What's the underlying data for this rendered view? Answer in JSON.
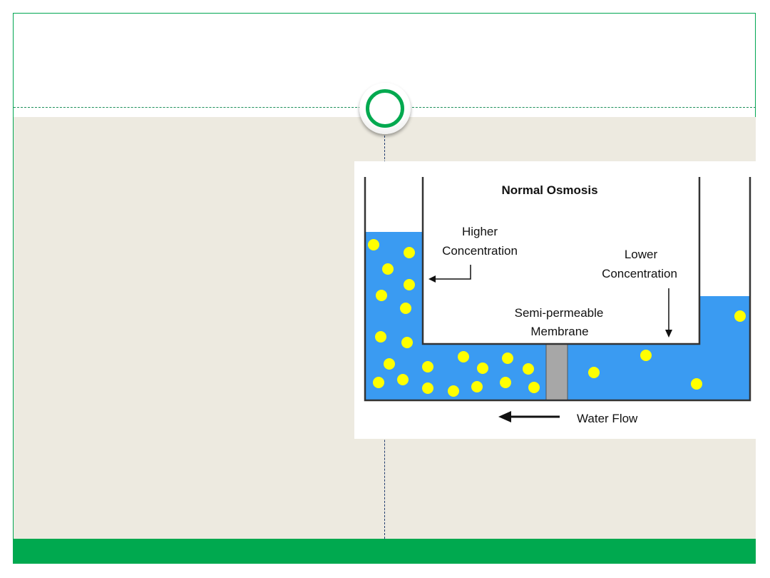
{
  "diagram": {
    "title": "Normal Osmosis",
    "labels": {
      "higher_line1": "Higher",
      "higher_line2": "Concentration",
      "lower_line1": "Lower",
      "lower_line2": "Concentration",
      "membrane_line1": "Semi-permeable",
      "membrane_line2": "Membrane",
      "water_flow": "Water Flow"
    }
  },
  "colors": {
    "theme_green": "#00a94f",
    "content_background": "#edeae0",
    "water": "#3a9bf2",
    "solute": "#ffff00",
    "membrane": "#a7a7a7"
  }
}
